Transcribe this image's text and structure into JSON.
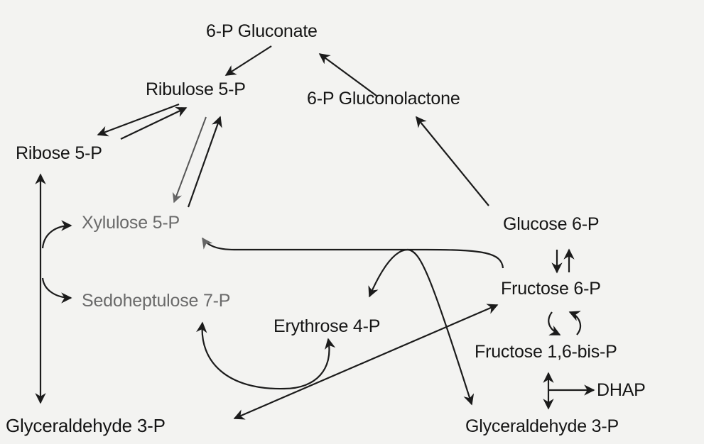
{
  "diagram": {
    "nodes": {
      "gluconate": "6-P Gluconate",
      "ribulose": "Ribulose 5-P",
      "gluconolactone": "6-P Gluconolactone",
      "ribose": "Ribose 5-P",
      "xylulose": "Xylulose 5-P",
      "glucose6p": "Glucose 6-P",
      "sedoheptulose": "Sedoheptulose 7-P",
      "fructose6p": "Fructose 6-P",
      "erythrose": "Erythrose 4-P",
      "fructose16bp": "Fructose 1,6-bis-P",
      "dhap": "DHAP",
      "g3p_left": "Glyceraldehyde 3-P",
      "g3p_right": "Glyceraldehyde 3-P"
    },
    "colors": {
      "ink": "#151515",
      "faded": "#6a6a6a",
      "paper": "#f3f3f1"
    }
  }
}
